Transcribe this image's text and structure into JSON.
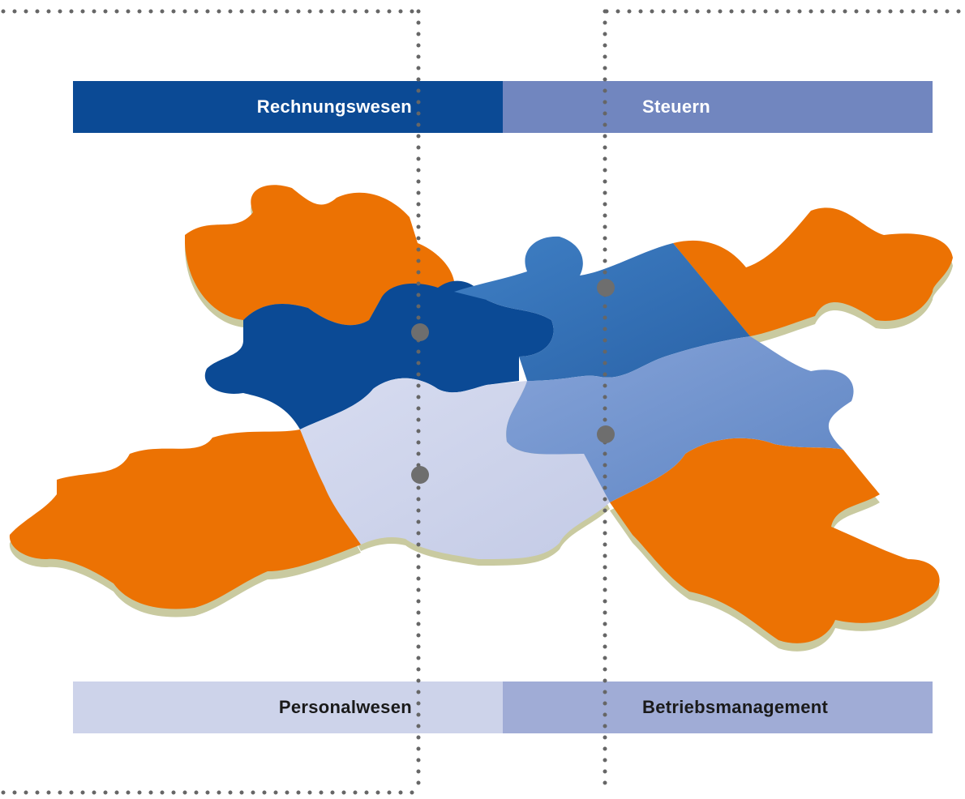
{
  "labels": {
    "top_left": "Rechnungswesen",
    "top_right": "Steuern",
    "bottom_left": "Personalwesen",
    "bottom_right": "Betriebsmanagement"
  },
  "colors": {
    "dark_blue": "#0b4a95",
    "mid_blue": "#7186bf",
    "light_blue": "#cdd3ea",
    "pale_blue": "#a0acd6",
    "orange": "#ec7203",
    "dot_grey": "#6e6e6e"
  }
}
